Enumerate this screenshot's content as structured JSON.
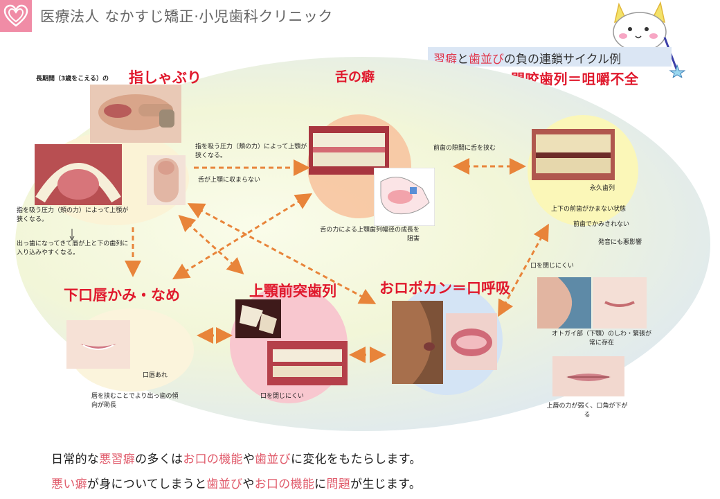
{
  "header": {
    "clinic_prefix": "医療法人",
    "clinic_name": "なかすじ矯正",
    "clinic_sep": "·",
    "clinic_suffix": "小児歯科クリニック"
  },
  "banner": {
    "part1": "習癖",
    "part2": "と",
    "part3": "歯並び",
    "part4": "の負の連鎖サイクル例"
  },
  "subtitle": "開咬歯列＝咀嚼不全",
  "sections": {
    "finger": {
      "pre": "長期間（3歳をこえる）の",
      "title": "指しゃぶり",
      "note1": "指を吸う圧力（頬の力）によって上顎が狭くなる。",
      "note2": "出っ歯になってきて唇が上と下の歯列に入り込みやすくなる。"
    },
    "tongue": {
      "title": "舌の癖",
      "note_pressure": "指を吸う圧力（頬の力）によって上顎が狭くなる。",
      "note_fit": "舌が上顎に収まらない",
      "note_growth": "舌の力による上顎歯列幅径の成長を阻害",
      "note_gap": "前歯の隙間に舌を挟む"
    },
    "permanent": {
      "label": "永久歯列",
      "note1": "上下の前歯がかまない状態",
      "note2": "前歯でかみきれない",
      "note3": "発音にも悪影響"
    },
    "lip": {
      "title": "下口唇かみ・なめ",
      "note_rough": "口唇あれ",
      "note_push": "唇を挟むことでより出っ歯の傾向が助長"
    },
    "upper": {
      "title": "上顎前突歯列",
      "note": "口を閉じにくい"
    },
    "mouth": {
      "title": "おロポカン＝口呼吸",
      "note_close": "口を閉じにくい",
      "note_chin": "オトガイ部（下顎）のしわ・緊張が常に存在",
      "note_lip": "上唇の力が弱く、口角が下がる"
    }
  },
  "footer": {
    "line1": [
      "日常的な",
      "悪習癖",
      "の多くは",
      "お口の機能",
      "や",
      "歯並び",
      "に変化をもたらします。"
    ],
    "line2": [
      "悪い癖",
      "が身についてしまうと",
      "歯並び",
      "や",
      "お口の機能",
      "に",
      "問題",
      "が生じます。"
    ]
  },
  "colors": {
    "accent_red": "#e0192d",
    "arrow_orange": "#e8843a",
    "logo_pink": "#f08ca6"
  },
  "icons": [
    "heart-logo-icon",
    "star-wand-icon"
  ]
}
